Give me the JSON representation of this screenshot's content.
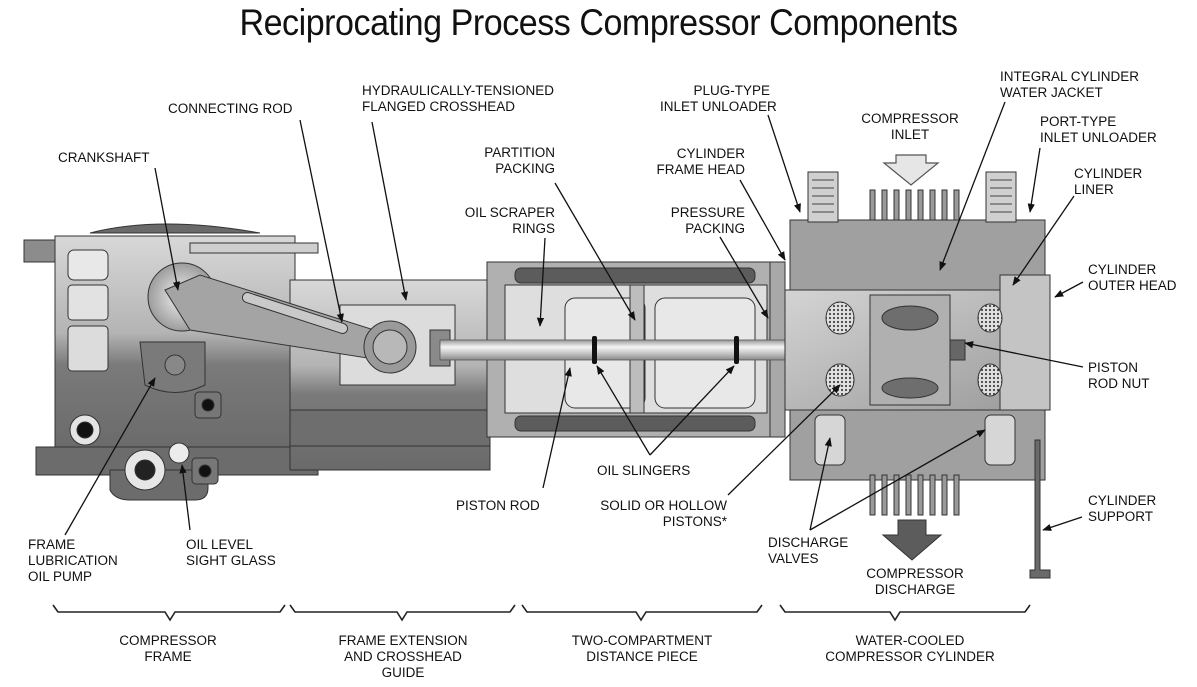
{
  "title": "Reciprocating Process Compressor Components",
  "colors": {
    "background": "#ffffff",
    "text": "#111111",
    "casing_dark": "#6e6e6e",
    "casing_mid": "#9a9a9a",
    "casing_light": "#c8c8c8",
    "highlight": "#e6e6e6",
    "leader": "#111111"
  },
  "labels": {
    "crankshaft": [
      "CRANKSHAFT"
    ],
    "connecting_rod": [
      "CONNECTING ROD"
    ],
    "crosshead": [
      "HYDRAULICALLY-TENSIONED",
      "FLANGED CROSSHEAD"
    ],
    "partition_packing": [
      "PARTITION",
      "PACKING"
    ],
    "oil_scraper_rings": [
      "OIL SCRAPER",
      "RINGS"
    ],
    "plug_type_unloader": [
      "PLUG-TYPE",
      "INLET UNLOADER"
    ],
    "cylinder_frame_head": [
      "CYLINDER",
      "FRAME HEAD"
    ],
    "pressure_packing": [
      "PRESSURE",
      "PACKING"
    ],
    "compressor_inlet": [
      "COMPRESSOR",
      "INLET"
    ],
    "water_jacket": [
      "INTEGRAL CYLINDER",
      "WATER JACKET"
    ],
    "port_type_unloader": [
      "PORT-TYPE",
      "INLET UNLOADER"
    ],
    "cylinder_liner": [
      "CYLINDER",
      "LINER"
    ],
    "cylinder_outer_head": [
      "CYLINDER",
      "OUTER HEAD"
    ],
    "piston_rod_nut": [
      "PISTON",
      "ROD NUT"
    ],
    "oil_slingers": [
      "OIL SLINGERS"
    ],
    "piston_rod": [
      "PISTON ROD"
    ],
    "pistons": [
      "SOLID OR HOLLOW",
      "PISTONS*"
    ],
    "discharge_valves": [
      "DISCHARGE",
      "VALVES"
    ],
    "compressor_discharge": [
      "COMPRESSOR",
      "DISCHARGE"
    ],
    "cylinder_support": [
      "CYLINDER",
      "SUPPORT"
    ],
    "frame_oil_pump": [
      "FRAME",
      "LUBRICATION",
      "OIL PUMP"
    ],
    "oil_sight_glass": [
      "OIL LEVEL",
      "SIGHT GLASS"
    ]
  },
  "sections": [
    {
      "key": "frame",
      "lines": [
        "COMPRESSOR",
        "FRAME"
      ]
    },
    {
      "key": "extension",
      "lines": [
        "FRAME EXTENSION",
        "AND CROSSHEAD",
        "GUIDE"
      ]
    },
    {
      "key": "distance_piece",
      "lines": [
        "TWO-COMPARTMENT",
        "DISTANCE PIECE"
      ]
    },
    {
      "key": "cylinder",
      "lines": [
        "WATER-COOLED",
        "COMPRESSOR CYLINDER"
      ]
    }
  ]
}
